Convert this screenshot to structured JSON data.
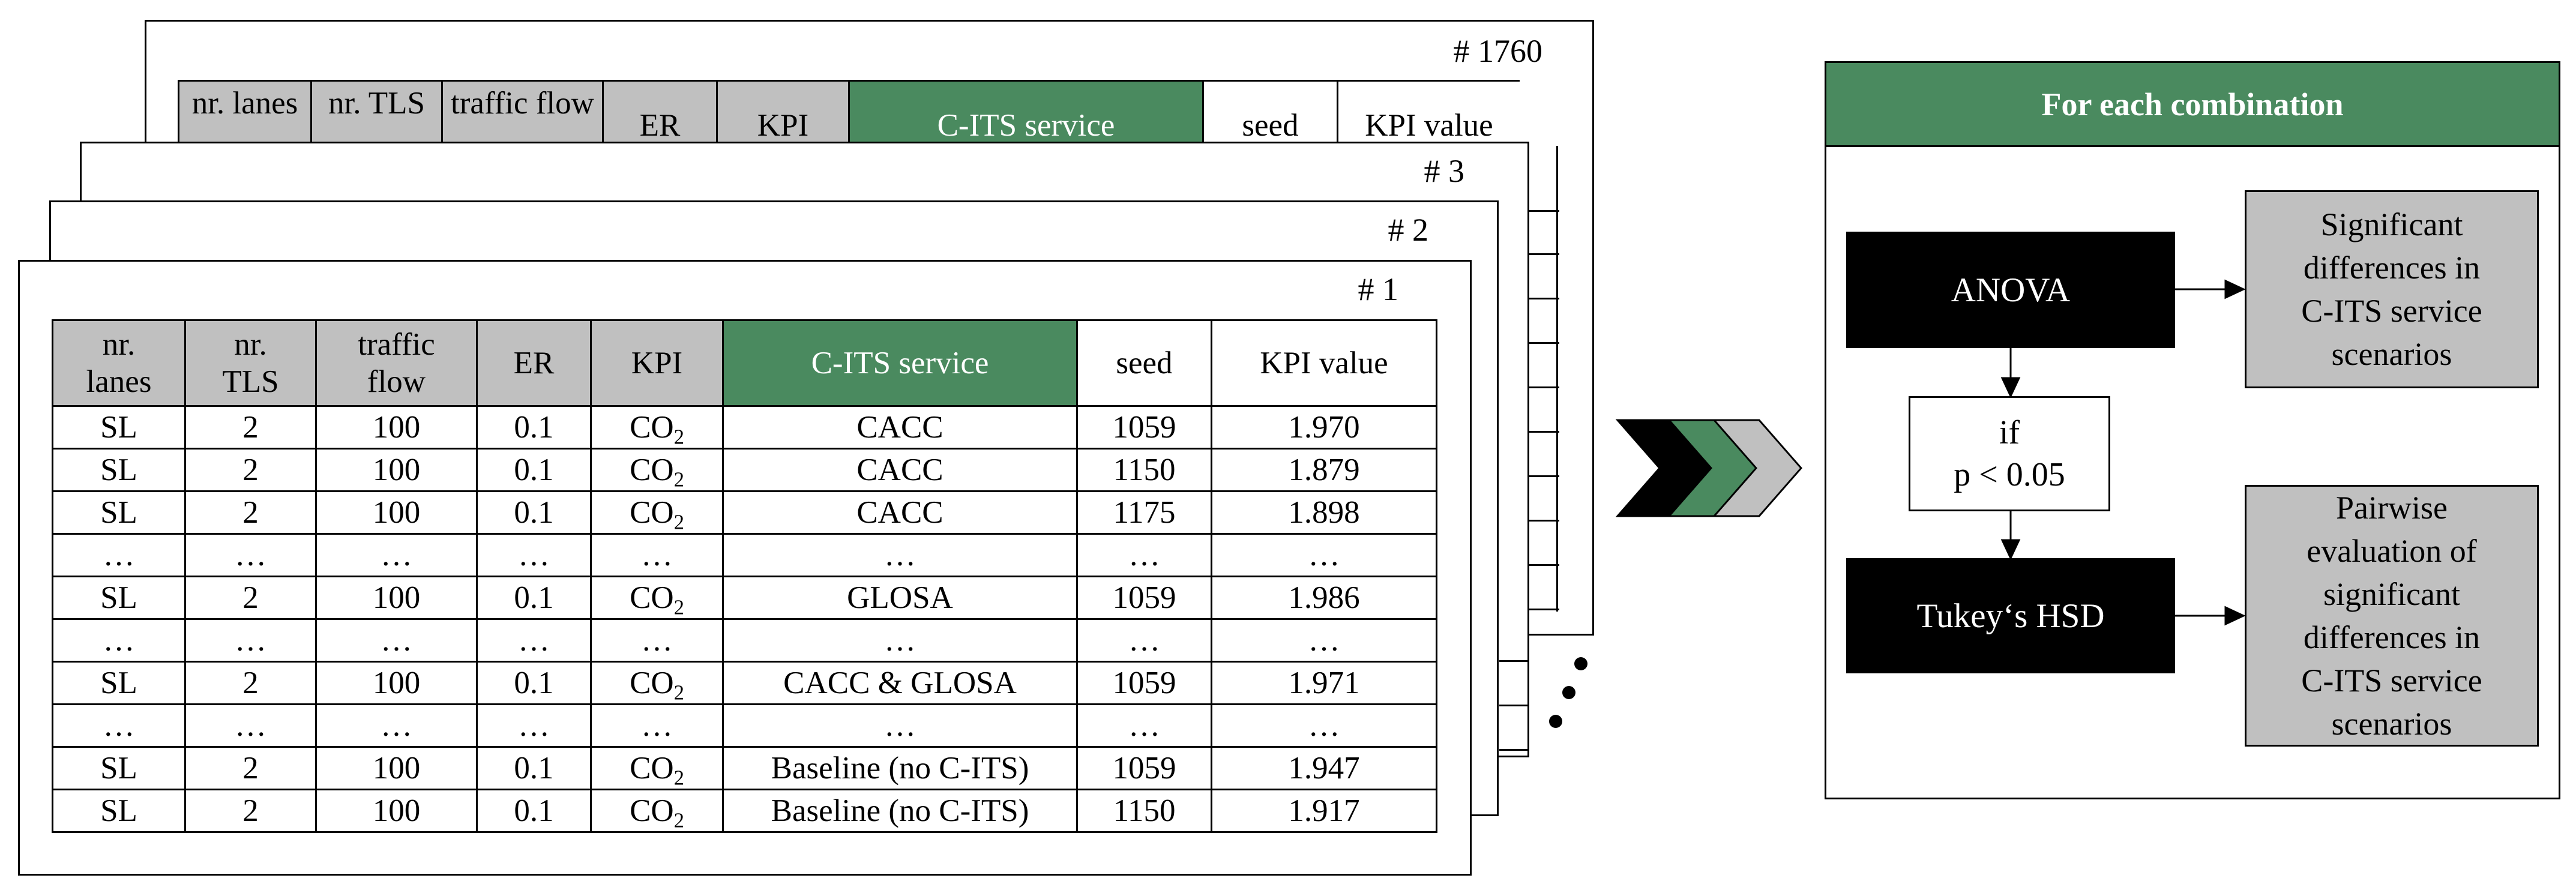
{
  "sheets": {
    "label_1760": "# 1760",
    "label_3": "# 3",
    "label_2": "# 2",
    "label_1": "# 1"
  },
  "back_header": [
    "nr. lanes",
    "nr. TLS",
    "traffic flow",
    "ER",
    "KPI",
    "C-ITS service",
    "seed",
    "KPI value"
  ],
  "table": {
    "headers": {
      "lanes_line1": "nr.",
      "lanes_line2": "lanes",
      "tls_line1": "nr.",
      "tls_line2": "TLS",
      "flow_line1": "traffic",
      "flow_line2": "flow",
      "er": "ER",
      "kpi": "KPI",
      "service": "C-ITS service",
      "seed": "seed",
      "kpi_value": "KPI value"
    },
    "kpi_base": "CO",
    "kpi_sub": "2",
    "ellipsis": "…",
    "rows": [
      {
        "lanes": "SL",
        "tls": "2",
        "flow": "100",
        "er": "0.1",
        "service": "CACC",
        "seed": "1059",
        "value": "1.970"
      },
      {
        "lanes": "SL",
        "tls": "2",
        "flow": "100",
        "er": "0.1",
        "service": "CACC",
        "seed": "1150",
        "value": "1.879"
      },
      {
        "lanes": "SL",
        "tls": "2",
        "flow": "100",
        "er": "0.1",
        "service": "CACC",
        "seed": "1175",
        "value": "1.898"
      },
      {
        "lanes": "SL",
        "tls": "2",
        "flow": "100",
        "er": "0.1",
        "service": "GLOSA",
        "seed": "1059",
        "value": "1.986"
      },
      {
        "lanes": "SL",
        "tls": "2",
        "flow": "100",
        "er": "0.1",
        "service": "CACC & GLOSA",
        "seed": "1059",
        "value": "1.971"
      },
      {
        "lanes": "SL",
        "tls": "2",
        "flow": "100",
        "er": "0.1",
        "service": "Baseline (no C-ITS)",
        "seed": "1059",
        "value": "1.947"
      },
      {
        "lanes": "SL",
        "tls": "2",
        "flow": "100",
        "er": "0.1",
        "service": "Baseline (no C-ITS)",
        "seed": "1150",
        "value": "1.917"
      }
    ]
  },
  "colors": {
    "green": "#4a8a5f",
    "grey": "#c0c0c0",
    "chevron_light": "#c0c0c0"
  },
  "panel": {
    "title": "For each combination",
    "anova": "ANOVA",
    "condition_line1": "if",
    "condition_line2": "p < 0.05",
    "tukey": "Tukey‘s HSD",
    "result1": [
      "Significant",
      "differences in",
      "C-ITS service",
      "scenarios"
    ],
    "result2": [
      "Pairwise",
      "evaluation of",
      "significant",
      "differences in",
      "C-ITS service",
      "scenarios"
    ]
  }
}
